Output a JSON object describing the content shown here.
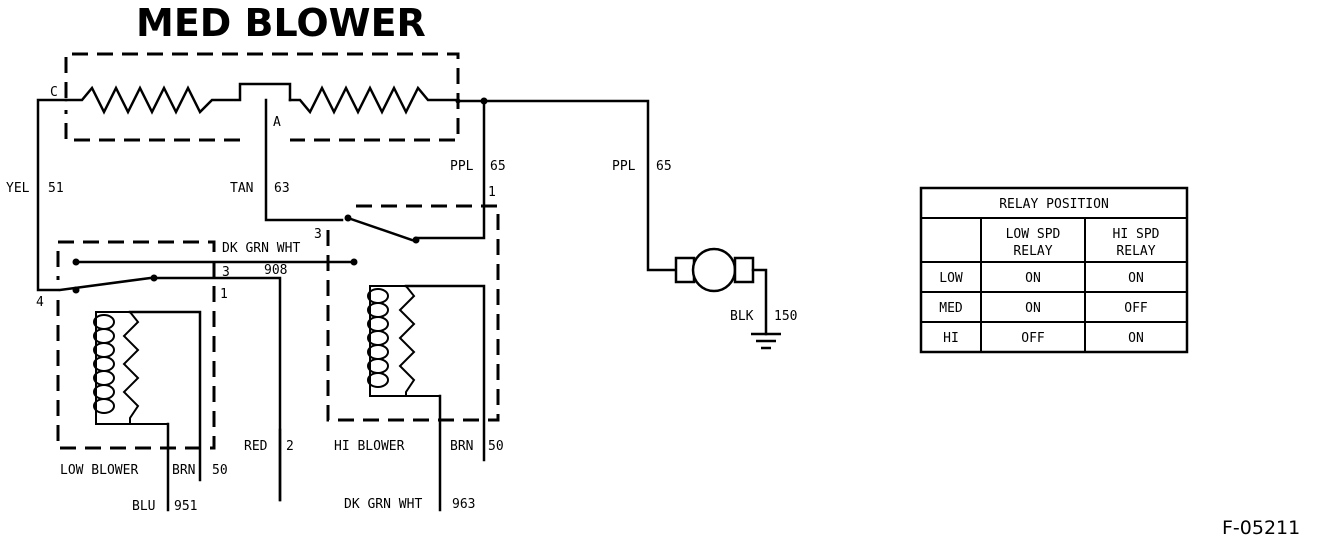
{
  "diagram": {
    "title": "MED BLOWER",
    "figure_id": "F-05211",
    "terminals": {
      "c": "C",
      "a": "A",
      "t3_top": "3",
      "t1_top": "1",
      "t3_low": "3",
      "t1_low": "1",
      "t4": "4"
    },
    "wires": {
      "yel": {
        "color": "YEL",
        "num": "51"
      },
      "tan": {
        "color": "TAN",
        "num": "63"
      },
      "ppl_a": {
        "color": "PPL",
        "num": "65"
      },
      "ppl_b": {
        "color": "PPL",
        "num": "65"
      },
      "dk_grn_wht_top": {
        "color": "DK GRN WHT"
      },
      "w908": {
        "num": "908"
      },
      "blk": {
        "color": "BLK",
        "num": "150"
      },
      "red": {
        "color": "RED",
        "num": "2"
      },
      "brn_low": {
        "color": "BRN",
        "num": "50"
      },
      "brn_hi": {
        "color": "BRN",
        "num": "50"
      },
      "blu": {
        "color": "BLU",
        "num": "951"
      },
      "dk_grn_wht_bottom": {
        "color": "DK GRN WHT",
        "num": "963"
      }
    },
    "relays": {
      "low": {
        "label": "LOW BLOWER"
      },
      "hi": {
        "label": "HI BLOWER"
      }
    }
  },
  "relay_table": {
    "title": "RELAY POSITION",
    "col_low_1": "LOW SPD",
    "col_low_2": "RELAY",
    "col_hi_1": "HI SPD",
    "col_hi_2": "RELAY",
    "rows": [
      {
        "mode": "LOW",
        "low": "ON",
        "hi": "ON"
      },
      {
        "mode": "MED",
        "low": "ON",
        "hi": "OFF"
      },
      {
        "mode": "HI",
        "low": "OFF",
        "hi": "ON"
      }
    ]
  }
}
